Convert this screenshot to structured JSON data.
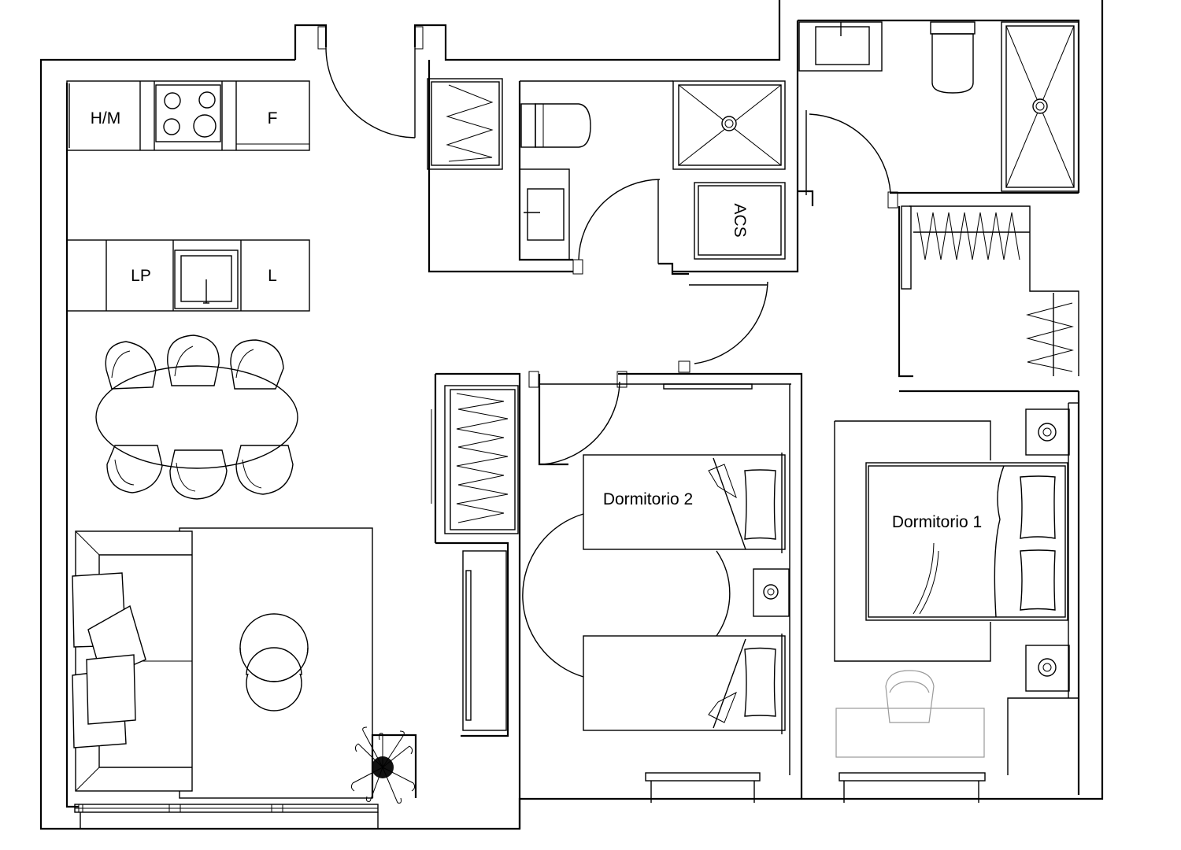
{
  "labels": {
    "hob_oven": "H/M",
    "fridge": "F",
    "dishwasher": "LP",
    "washer": "L",
    "water_heater": "ACS"
  },
  "rooms": {
    "bedroom_2": "Dormitorio 2",
    "bedroom_1": "Dormitorio 1"
  }
}
